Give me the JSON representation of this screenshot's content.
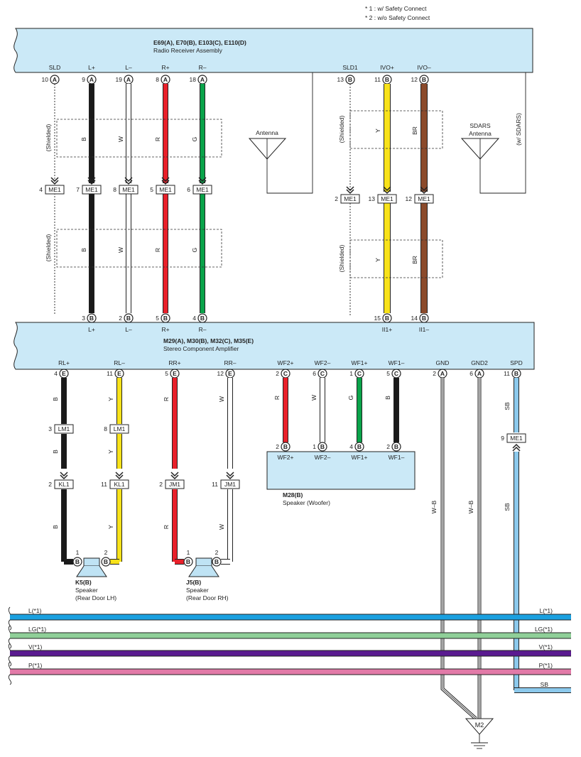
{
  "notes": [
    "* 1 : w/ Safety Connect",
    "* 2 : w/o Safety Connect"
  ],
  "receiver": {
    "id": "E69(A), E70(B), E103(C), E110(D)",
    "name": "Radio Receiver Assembly",
    "pins": [
      {
        "label": "SLD",
        "pin": "10",
        "conn": "A"
      },
      {
        "label": "L+",
        "pin": "9",
        "conn": "A"
      },
      {
        "label": "L–",
        "pin": "19",
        "conn": "A"
      },
      {
        "label": "R+",
        "pin": "8",
        "conn": "A"
      },
      {
        "label": "R–",
        "pin": "18",
        "conn": "A"
      },
      {
        "label": "SLD1",
        "pin": "13",
        "conn": "B"
      },
      {
        "label": "IVO+",
        "pin": "11",
        "conn": "B"
      },
      {
        "label": "IVO–",
        "pin": "12",
        "conn": "B"
      }
    ]
  },
  "amplifier": {
    "id": "M29(A), M30(B), M32(C), M35(E)",
    "name": "Stereo Component Amplifier",
    "top_pins": [
      {
        "label": "L+",
        "pin": "3",
        "conn": "B"
      },
      {
        "label": "L–",
        "pin": "2",
        "conn": "B"
      },
      {
        "label": "R+",
        "pin": "5",
        "conn": "B"
      },
      {
        "label": "R–",
        "pin": "4",
        "conn": "B"
      },
      {
        "label": "II1+",
        "pin": "15",
        "conn": "B"
      },
      {
        "label": "II1–",
        "pin": "14",
        "conn": "B"
      }
    ],
    "bottom_pins": [
      {
        "label": "RL+",
        "pin": "4",
        "conn": "E"
      },
      {
        "label": "RL–",
        "pin": "11",
        "conn": "E"
      },
      {
        "label": "RR+",
        "pin": "5",
        "conn": "E"
      },
      {
        "label": "RR–",
        "pin": "12",
        "conn": "E"
      },
      {
        "label": "WF2+",
        "pin": "2",
        "conn": "C"
      },
      {
        "label": "WF2–",
        "pin": "6",
        "conn": "C"
      },
      {
        "label": "WF1+",
        "pin": "1",
        "conn": "C"
      },
      {
        "label": "WF1–",
        "pin": "5",
        "conn": "C"
      },
      {
        "label": "GND",
        "pin": "2",
        "conn": "A"
      },
      {
        "label": "GND2",
        "pin": "6",
        "conn": "A"
      },
      {
        "label": "SPD",
        "pin": "11",
        "conn": "B"
      }
    ]
  },
  "upper_wires": [
    {
      "color": "B",
      "hex": "#1a1a1a"
    },
    {
      "color": "W",
      "hex": "#ffffff"
    },
    {
      "color": "R",
      "hex": "#e8202a"
    },
    {
      "color": "G",
      "hex": "#0aa34a"
    },
    {
      "color": "Y",
      "hex": "#f8e21a"
    },
    {
      "color": "BR",
      "hex": "#8b4a2b"
    }
  ],
  "me1_left": [
    {
      "pin": "4",
      "name": "ME1"
    },
    {
      "pin": "7",
      "name": "ME1"
    },
    {
      "pin": "8",
      "name": "ME1"
    },
    {
      "pin": "5",
      "name": "ME1"
    },
    {
      "pin": "6",
      "name": "ME1"
    }
  ],
  "me1_right": [
    {
      "pin": "2",
      "name": "ME1"
    },
    {
      "pin": "13",
      "name": "ME1"
    },
    {
      "pin": "12",
      "name": "ME1"
    }
  ],
  "shield_label": "(Shielded)",
  "antenna": {
    "label": "Antenna"
  },
  "sdars_antenna": {
    "line1": "SDARS",
    "line2": "Antenna",
    "note": "(w/ SDARS)"
  },
  "rear_left": {
    "wires": [
      "B",
      "Y"
    ],
    "lm1": [
      {
        "pin": "3",
        "name": "LM1"
      },
      {
        "pin": "8",
        "name": "LM1"
      }
    ],
    "kl1": [
      {
        "pin": "2",
        "name": "KL1"
      },
      {
        "pin": "11",
        "name": "KL1"
      }
    ],
    "speaker": {
      "id": "K5(B)",
      "name": "Speaker",
      "location": "(Rear Door LH)",
      "pins": [
        "1",
        "2"
      ],
      "conn": "B"
    }
  },
  "rear_right": {
    "wires": [
      "R",
      "W"
    ],
    "jm1": [
      {
        "pin": "2",
        "name": "JM1"
      },
      {
        "pin": "11",
        "name": "JM1"
      }
    ],
    "speaker": {
      "id": "J5(B)",
      "name": "Speaker",
      "location": "(Rear Door RH)",
      "pins": [
        "1",
        "2"
      ],
      "conn": "B"
    }
  },
  "woofer": {
    "id": "M28(B)",
    "name": "Speaker (Woofer)",
    "wires": [
      "R",
      "W",
      "G",
      "B"
    ],
    "pins": [
      {
        "label": "WF2+",
        "pin": "2",
        "conn": "B"
      },
      {
        "label": "WF2–",
        "pin": "1",
        "conn": "B"
      },
      {
        "label": "WF1+",
        "pin": "4",
        "conn": "B"
      },
      {
        "label": "WF1–",
        "pin": "2",
        "conn": "B"
      }
    ]
  },
  "ground_wires": [
    "W–B",
    "W–B"
  ],
  "ground_point": "M2",
  "spd": {
    "wire": "SB",
    "me1": {
      "pin": "9",
      "name": "ME1"
    },
    "wire_lower": "SB",
    "end_label": "SB"
  },
  "bus_lines": [
    {
      "label": "L(*1)",
      "hex": "#1aa0e0"
    },
    {
      "label": "LG(*1)",
      "hex": "#8fcf98"
    },
    {
      "label": "V(*1)",
      "hex": "#5a1a90"
    },
    {
      "label": "P(*1)",
      "hex": "#e27aa8"
    }
  ],
  "colors": {
    "block": "#cbe9f7",
    "sb": "#8cc9ec"
  }
}
